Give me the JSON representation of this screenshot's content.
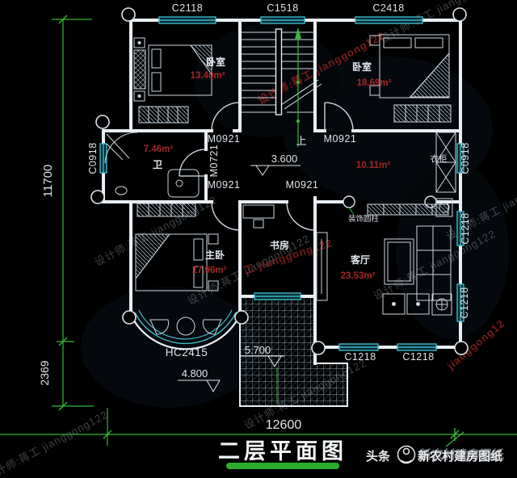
{
  "title": "二层平面图",
  "footer": {
    "platform": "头条",
    "brand": "新农村建房图纸"
  },
  "watermarks": {
    "full": "设计师:蒋工 jianggong122",
    "fragment_red": "工 jianggong122",
    "fragment_red2": "jianggong12"
  },
  "dimensions": {
    "left_total": "11700",
    "left_lower": "2369",
    "bottom_total": "12600"
  },
  "levels": {
    "hall": "3.600",
    "terrace": "5.700",
    "roof": "4.800"
  },
  "stairs": {
    "up": "上"
  },
  "rooms": {
    "bedroom1": {
      "name": "卧室",
      "area": "13.40m²"
    },
    "bedroom2": {
      "name": "卧室",
      "area": "18.69m²"
    },
    "bathroom": {
      "name": "卫",
      "area": "7.46m²"
    },
    "dressing": {
      "area": "10.11m²"
    },
    "master": {
      "name": "主卧",
      "area": "17.96m²"
    },
    "study": {
      "name": "书房"
    },
    "living": {
      "name": "客厅",
      "area": "23.53m²"
    }
  },
  "annotations": {
    "closet": "衣柜",
    "column": "装饰圆柱"
  },
  "openings": {
    "w_c2118": "C2118",
    "w_c1518": "C1518",
    "w_c2418": "C2418",
    "w_c0918": "C0918",
    "w_c1218": "C1218",
    "w_hc2415": "HC2415",
    "d_m0921": "M0921",
    "d_m0721": "M0721"
  },
  "colors": {
    "wall": "#e9eef4",
    "window": "#3fb7c9",
    "dimension": "#37b837",
    "area_text": "#a32626",
    "underline": "#2fc12f"
  }
}
